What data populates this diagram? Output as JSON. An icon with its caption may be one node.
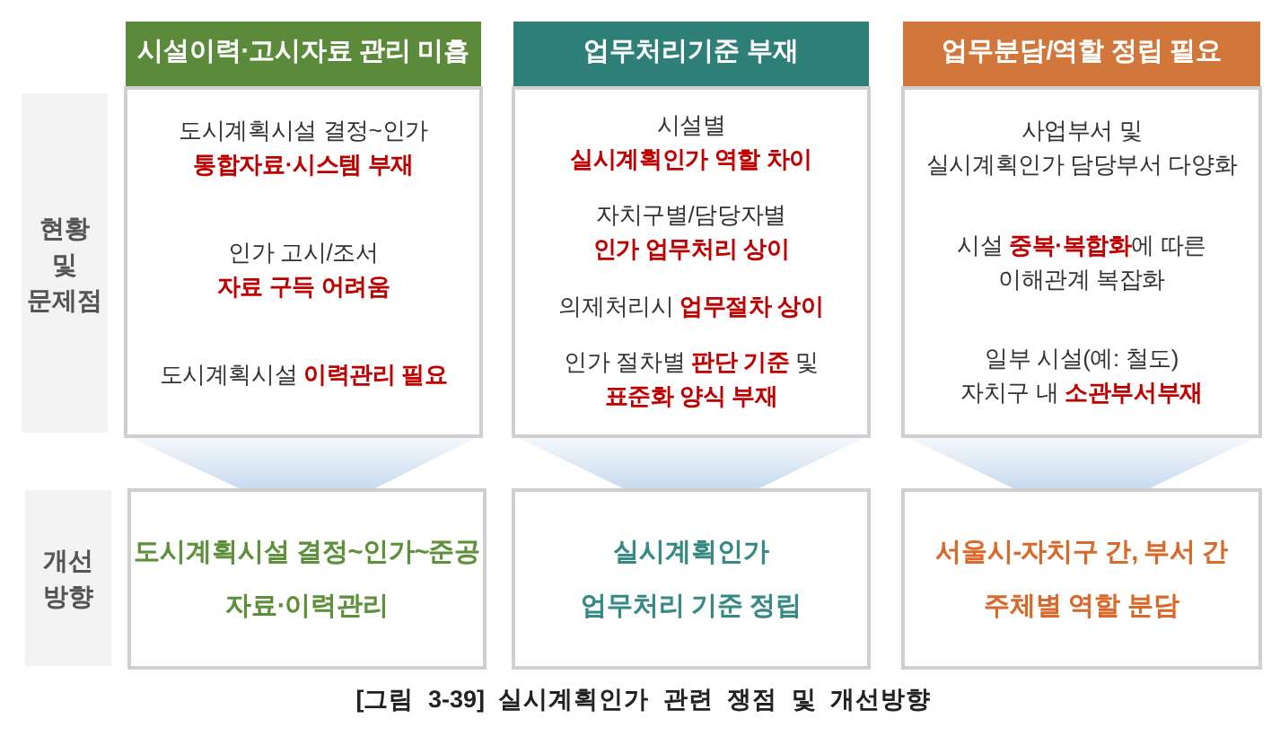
{
  "diagram": {
    "caption": "[그림 3-39] 실시계획인가 관련 쟁점 및 개선방향",
    "nodes": [
      {
        "text": [
          "시설이력·고시자료 관리 미흡"
        ]
      },
      {
        "text": [
          "업무처리기준 부재"
        ]
      },
      {
        "text": [
          "업무분담/역할 정립 필요"
        ]
      },
      {
        "text": [
          "현황 및 문제점"
        ]
      },
      {
        "text": [
          "도시계획시설 결정~인가 **통합자료·시스템 부재**",
          "인가 고시/조서 **자료 구득 어려움**",
          "도시계획시설 **이력관리 필요**"
        ]
      },
      {
        "text": [
          "시설별 **실시계획인가 역할 차이**",
          "자치구별/담당자별 **인가 업무처리 상이**",
          "의제처리시 **업무절차 상이**",
          "인가 절차별 **판단 기준** 및 **표준화 양식 부재**"
        ]
      },
      {
        "text": [
          "사업부서 및 실시계획인가 담당부서 다양화",
          "시설 **중복·복합화**에 따른 이해관계 복잡화",
          "일부 시설(예: 철도) 자치구 내 **소관부서부재**"
        ]
      },
      {
        "text": [
          "개선 방향"
        ]
      },
      {
        "text": [
          "도시계획시설 결정~인가~준공 자료·이력관리"
        ]
      },
      {
        "text": [
          "실시계획인가 업무처리 기준 정립"
        ]
      },
      {
        "text": [
          "서울시-자치구 간, 부서 간 주체별 역할 분담"
        ]
      }
    ],
    "edges": [
      {
        "from": 4,
        "to": 8,
        "arrow": "none"
      },
      {
        "from": 5,
        "to": 9,
        "arrow": "none"
      },
      {
        "from": 6,
        "to": 10,
        "arrow": "none"
      }
    ]
  }
}
